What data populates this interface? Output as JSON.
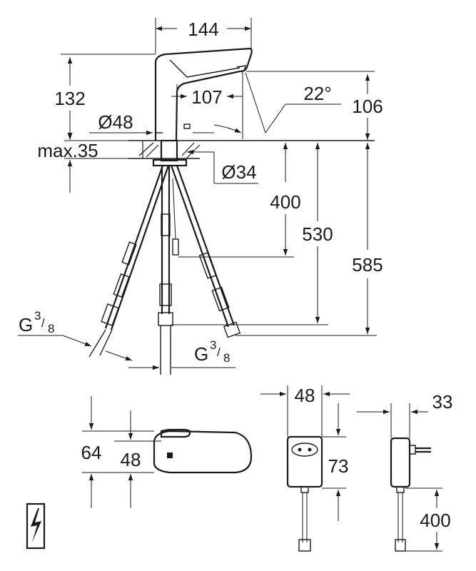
{
  "diagram": {
    "dimensions": {
      "width_top": "144",
      "height_spout": "132",
      "projection": "107",
      "angle": "22°",
      "outlet_height": "106",
      "base_diameter": "Ø48",
      "max_thickness": "max.35",
      "hole_diameter": "Ø34",
      "hose_400": "400",
      "hose_530": "530",
      "hose_585": "585",
      "thread_left_main": "G",
      "thread_left_num": "3",
      "thread_left_den": "8",
      "thread_right_main": "G",
      "thread_right_num": "3",
      "thread_right_den": "8",
      "box_height": "64",
      "box_inner": "48",
      "psu_width": "48",
      "psu_height": "73",
      "plug_depth": "33",
      "cable_length": "400"
    }
  }
}
